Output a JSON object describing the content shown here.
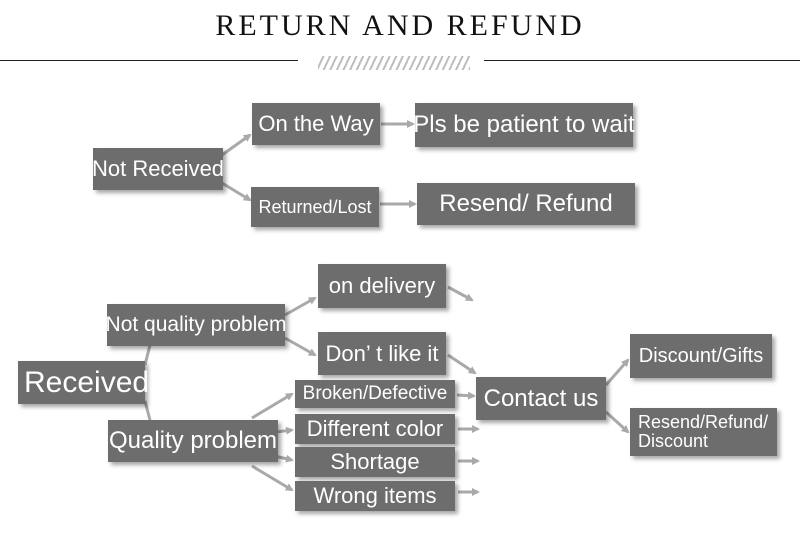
{
  "title": "RETURN AND REFUND",
  "not_received": {
    "root": "Not Received",
    "on_the_way": "On the Way",
    "patient": "Pls be patient to wait",
    "returned_lost": "Returned/Lost",
    "resend_refund": "Resend/ Refund"
  },
  "received": {
    "root": "Received",
    "not_quality": "Not quality problem",
    "on_delivery": "on  delivery",
    "dont_like": "Don’  t like it",
    "quality": "Quality problem",
    "broken": "Broken/Defective",
    "different_color": "Different color",
    "shortage": "Shortage",
    "wrong_items": "Wrong items",
    "contact": "Contact us",
    "discount_gifts": "Discount/Gifts",
    "resend_refund_discount_1": "Resend/Refund/",
    "resend_refund_discount_2": "Discount"
  },
  "colors": {
    "box": "#6d6d6d",
    "arrow": "#a9a9a9",
    "text": "#ffffff"
  }
}
